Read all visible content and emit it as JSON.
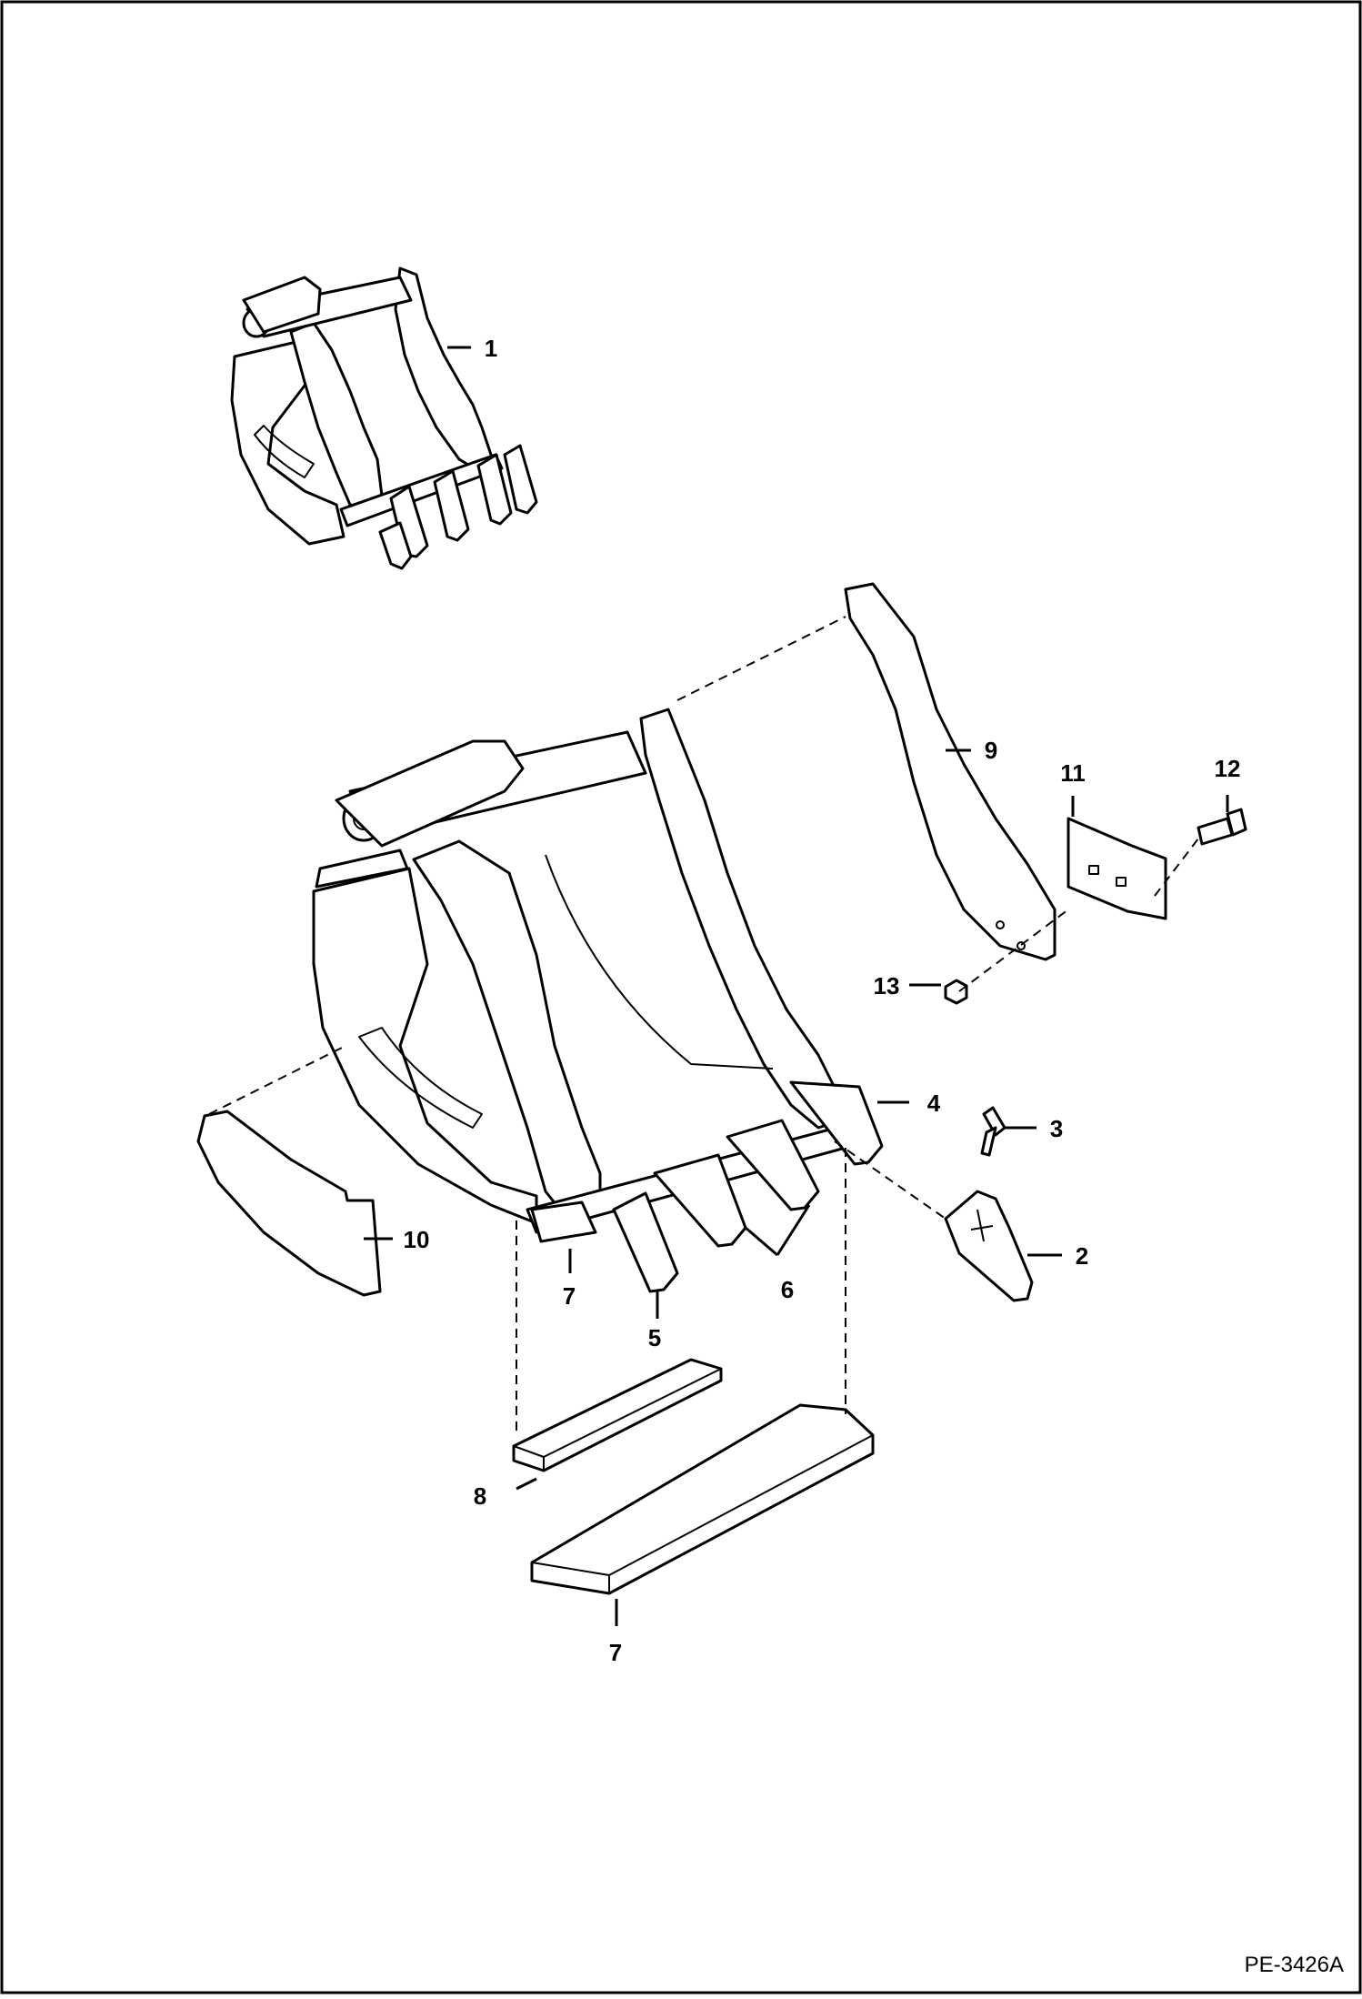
{
  "callouts": {
    "c1": "1",
    "c2": "2",
    "c3": "3",
    "c4": "4",
    "c5": "5",
    "c6": "6",
    "c7_upper": "7",
    "c7_lower": "7",
    "c8": "8",
    "c9": "9",
    "c10": "10",
    "c11": "11",
    "c12": "12",
    "c13": "13"
  },
  "document_id": "PE-3426A"
}
